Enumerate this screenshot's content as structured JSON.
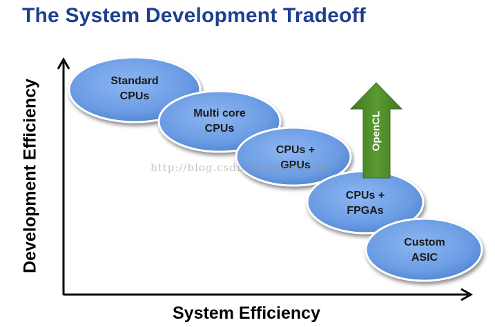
{
  "title": "The System Development Tradeoff",
  "axes": {
    "x_label": "System Efficiency",
    "y_label": "Development Efficiency"
  },
  "nodes": [
    {
      "id": "standard-cpus",
      "lines": [
        "Standard",
        "CPUs"
      ]
    },
    {
      "id": "multi-core-cpus",
      "lines": [
        "Multi core",
        "CPUs"
      ]
    },
    {
      "id": "cpus-gpus",
      "lines": [
        "CPUs +",
        "GPUs"
      ]
    },
    {
      "id": "cpus-fpgas",
      "lines": [
        "CPUs +",
        "FPGAs"
      ]
    },
    {
      "id": "custom-asic",
      "lines": [
        "Custom",
        "ASIC"
      ]
    }
  ],
  "arrow": {
    "label": "OpenCL",
    "color": "#4e8a2a"
  },
  "watermark": "http://blog.csdn.net/xbinworld",
  "colors": {
    "title": "#1f3f8f",
    "ellipse_fill": "#6d9de6",
    "ellipse_stroke": "#ffffff",
    "axis": "#000000"
  }
}
